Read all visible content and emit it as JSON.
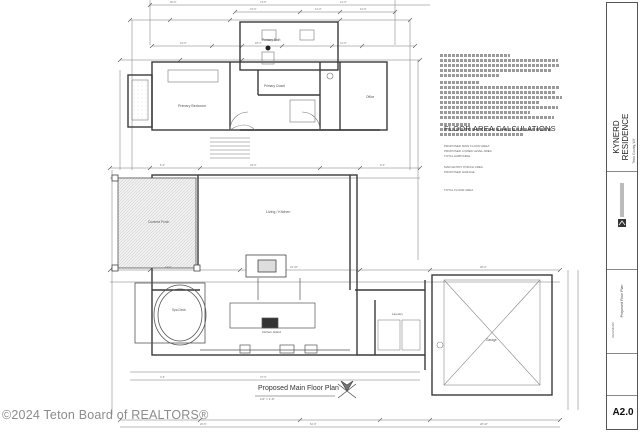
{
  "sheet": {
    "project_name_line1": "KYNERD",
    "project_name_line2": "RESIDENCE",
    "project_location": "Teton County, WY",
    "sheet_title": "Proposed Floor Plan",
    "sheet_number": "A2.0",
    "revisions_label": "REVISIONS"
  },
  "plan": {
    "title": "Proposed Main Floor Plan",
    "scale_note": "1/4\" = 1'-0\""
  },
  "rooms": {
    "primary_bedroom": "Primary Bedroom",
    "primary_bath": "Primary Bath",
    "primary_closet": "Primary Closet",
    "office": "Office",
    "living_kitchen": "Living / Kitchen",
    "covered_porch": "Covered Porch",
    "spa_deck": "Spa Deck",
    "garage": "Garage",
    "hardwood_laundry": "Laundry",
    "kitchen_island": "Kitchen Island"
  },
  "calculations": {
    "heading": "FLOOR AREA CALCULATIONS",
    "rows": [
      "PROPOSED MAIN FLOOR AREA",
      "PROPOSED LOWER LEVEL AREA",
      "TOTAL HABITABLE",
      "MAIN ENTRY PORCH AREA",
      "PROPOSED GARAGE",
      "TOTAL FLOOR AREA"
    ]
  },
  "watermark": "©2024 Teton Board of REALTORS®",
  "colors": {
    "line": "#6f6f6f",
    "dark_line": "#3a3a3a",
    "hatch": "#bbbbbb",
    "paper": "#ffffff"
  },
  "icons": {
    "north_arrow": "north-arrow-icon",
    "company_logo": "firm-logo-icon"
  }
}
